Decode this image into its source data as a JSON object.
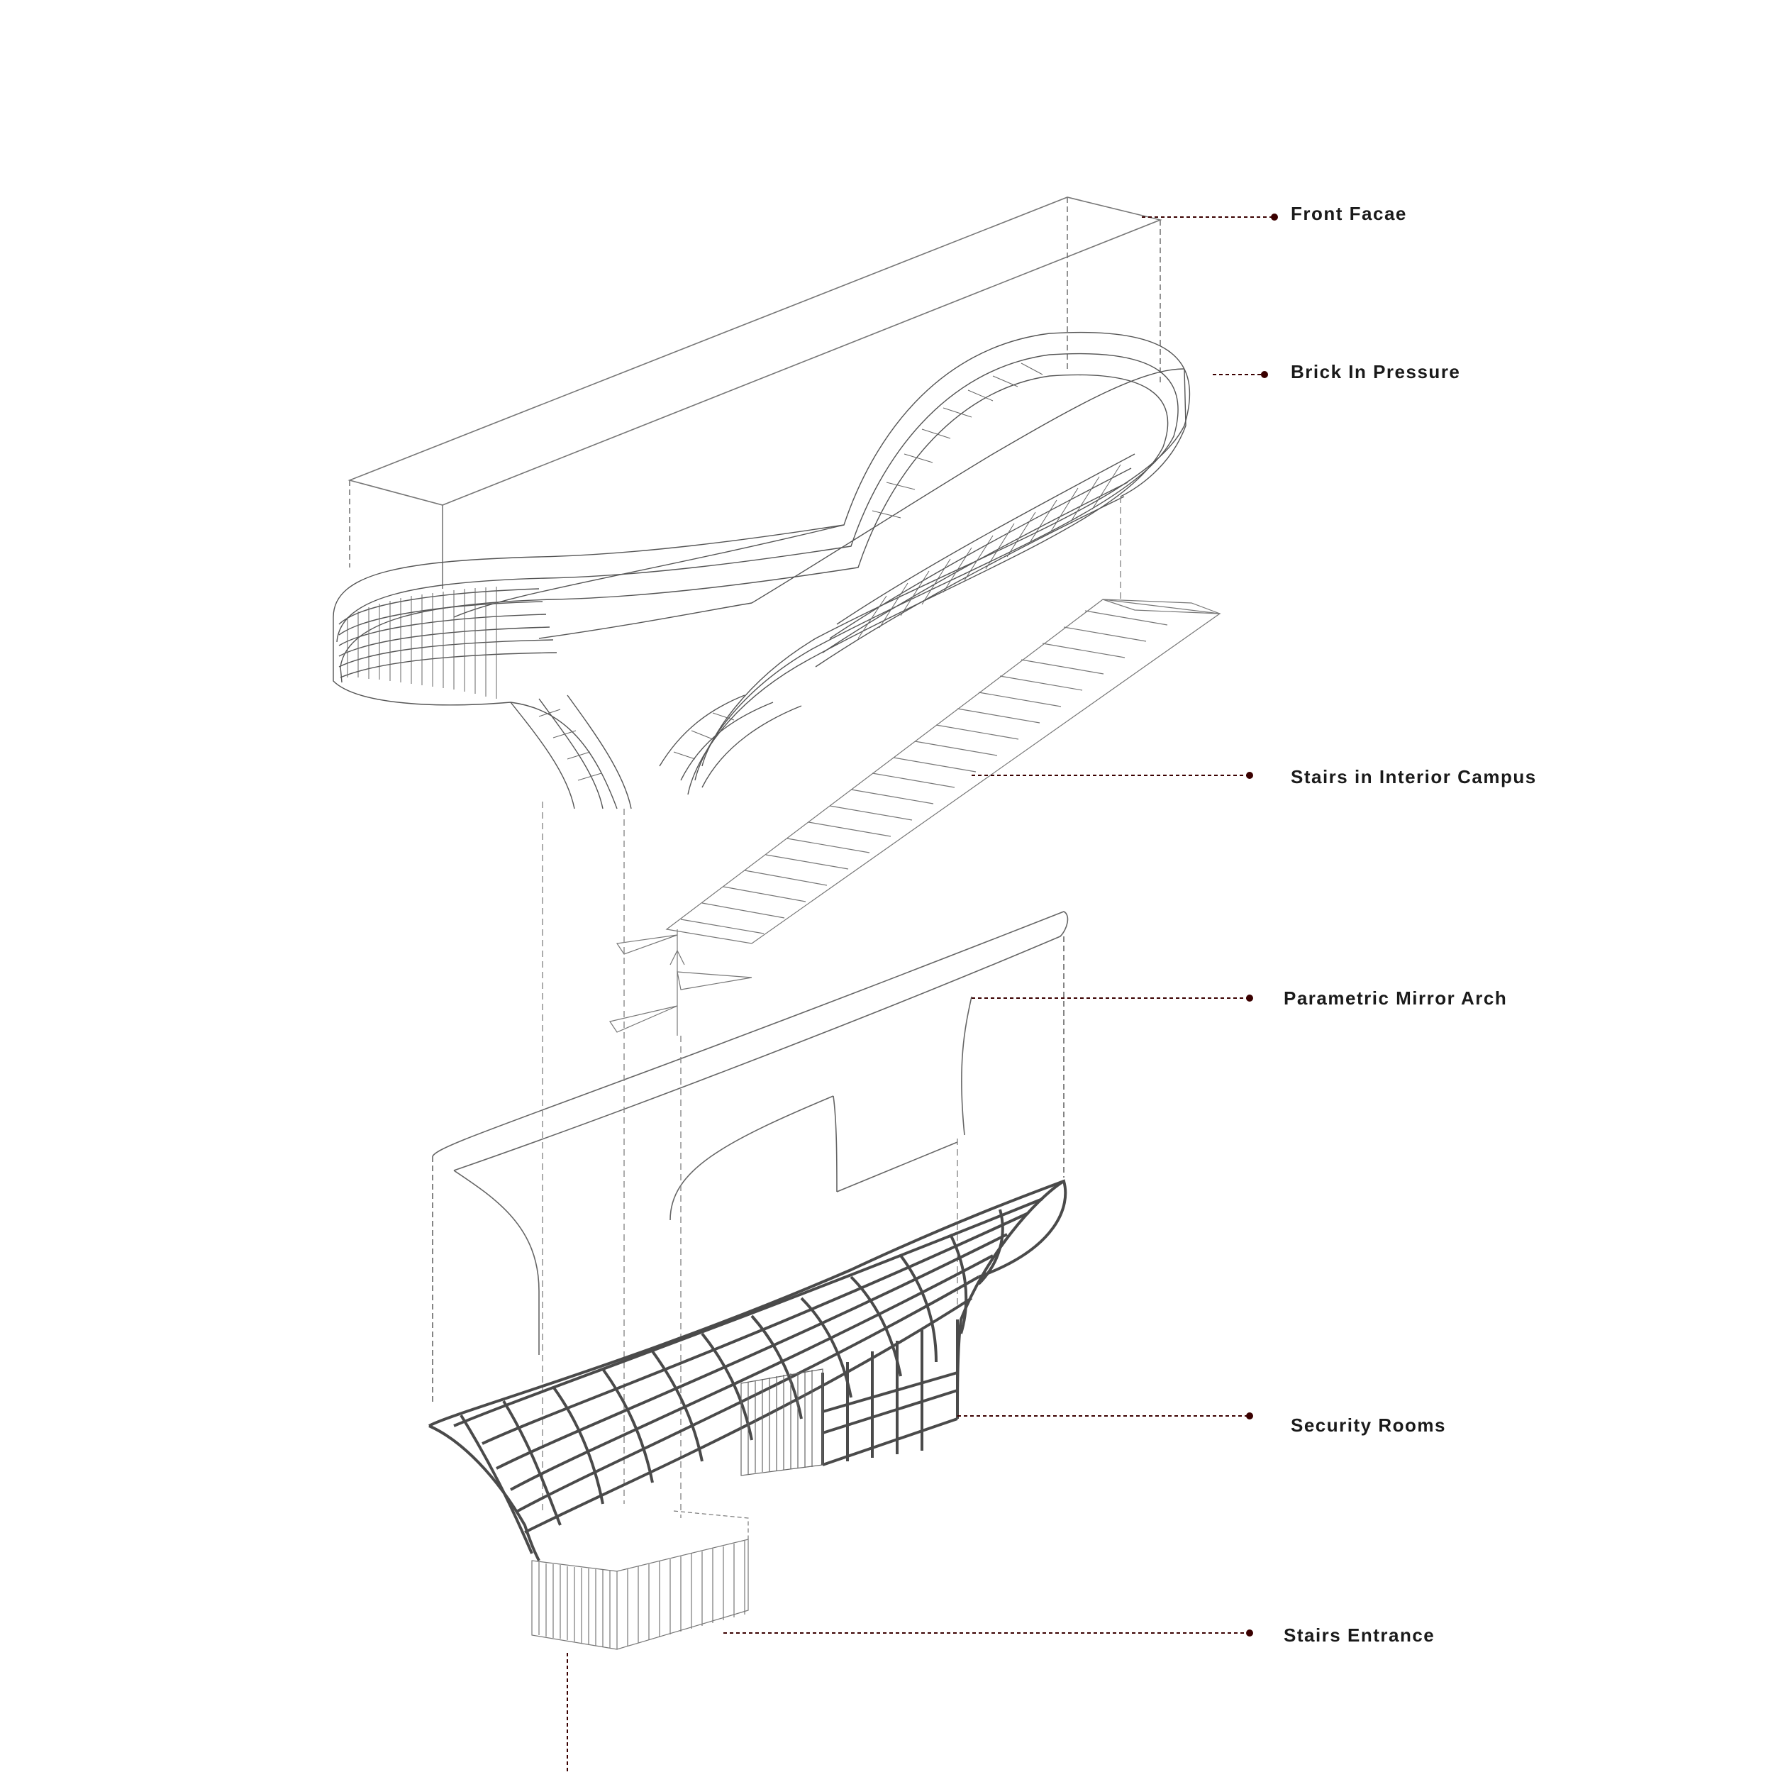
{
  "labels": {
    "front_facade": "Front Facae",
    "brick_in_pressure": "Brick In Pressure",
    "stairs_interior": "Stairs in Interior Campus",
    "mirror_arch": "Parametric Mirror Arch",
    "security_rooms": "Security Rooms",
    "stairs_entrance": "Stairs Entrance"
  },
  "colors": {
    "line": "#555555",
    "heavy": "#4a4a4a",
    "leader_dot": "#3a0000",
    "background": "#ffffff"
  }
}
